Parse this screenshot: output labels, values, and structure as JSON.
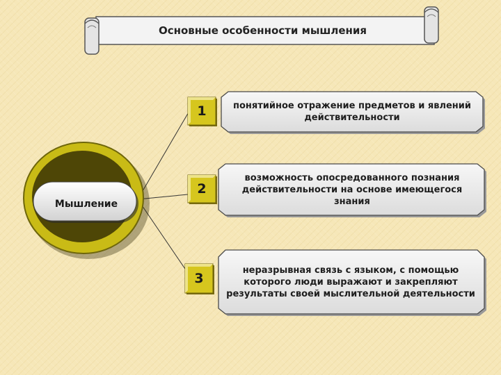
{
  "title": "Основные особенности мышления",
  "main_concept": "Мышление",
  "features": [
    {
      "number": "1",
      "text": "понятийное  отражение предметов и явлений действительности"
    },
    {
      "number": "2",
      "text": "возможность  опосредованного познания действительности на основе имеющегося знания"
    },
    {
      "number": "3",
      "text": "неразрывная связь с языком, с помощью которого люди выражают и закрепляют  результаты своей мыслительной деятельности"
    }
  ],
  "colors": {
    "disc_rim": "#c9bb16",
    "disc_inner": "#4e4606",
    "pill": "#e8e8e8",
    "scroll_fill": "#f1f1f1",
    "outline": "#4a4a4a"
  }
}
